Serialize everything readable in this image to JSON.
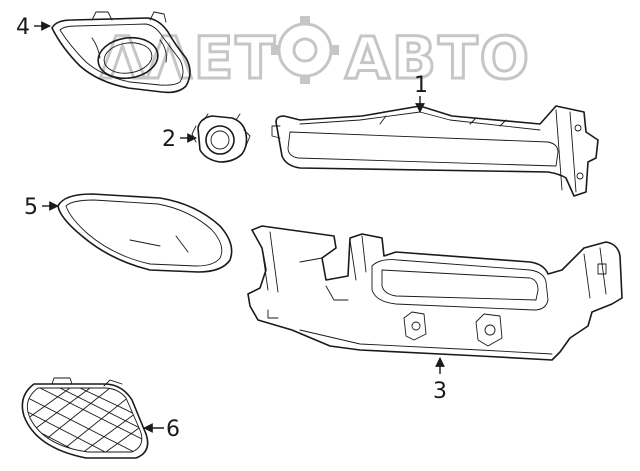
{
  "watermark": "ΛΛΕΤΟΑΒΤΟ",
  "callouts": [
    {
      "id": "callout-1",
      "label": "1"
    },
    {
      "id": "callout-2",
      "label": "2"
    },
    {
      "id": "callout-3",
      "label": "3"
    },
    {
      "id": "callout-4",
      "label": "4"
    },
    {
      "id": "callout-5",
      "label": "5"
    },
    {
      "id": "callout-6",
      "label": "6"
    }
  ]
}
